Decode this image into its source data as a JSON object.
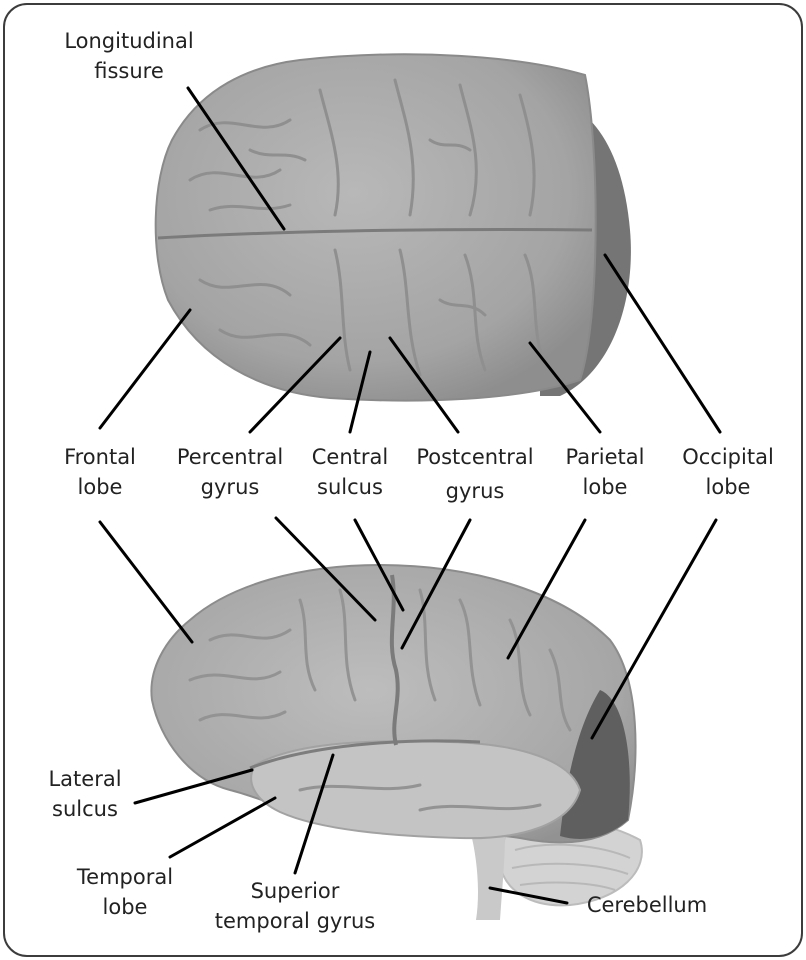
{
  "labels": {
    "longitudinal_fissure": [
      "Longitudinal",
      "fissure"
    ],
    "frontal_lobe": [
      "Frontal",
      "lobe"
    ],
    "percentral_gyrus": [
      "Percentral",
      "gyrus"
    ],
    "central_sulcus": [
      "Central",
      "sulcus"
    ],
    "postcentral_gyrus": [
      "Postcentral",
      "gyrus"
    ],
    "parietal_lobe": [
      "Parietal",
      "lobe"
    ],
    "occipital_lobe": [
      "Occipital",
      "lobe"
    ],
    "lateral_sulcus": [
      "Lateral",
      "sulcus"
    ],
    "temporal_lobe": [
      "Temporal",
      "lobe"
    ],
    "superior_temporal_gyrus": [
      "Superior",
      "temporal gyrus"
    ],
    "cerebellum": [
      "Cerebellum"
    ]
  },
  "colors": {
    "brain_fill": "#a9a9a9",
    "occipital_fill": "#6e6e6e",
    "temporal_fill": "#c6c6c6",
    "cerebellum_fill": "#d2d2d2",
    "leader_line": "#000000",
    "frame_border": "#3c3c3c"
  }
}
